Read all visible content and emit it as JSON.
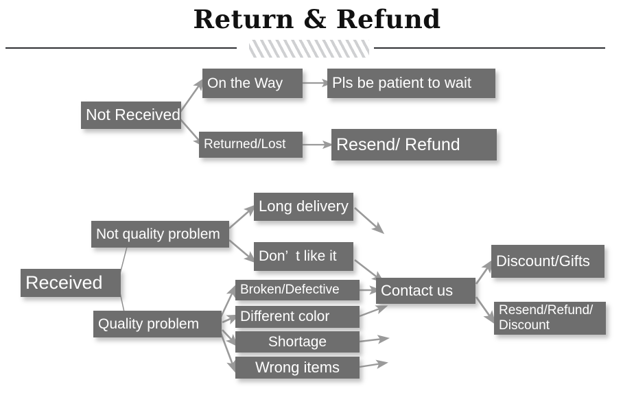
{
  "header": {
    "title": "Return & Refund",
    "divider_icon": "hatched-divider"
  },
  "colors": {
    "node_fill": "#6e6e6e",
    "node_text": "#ffffff",
    "arrow": "#9a9a9a",
    "rule": "#2e3033",
    "background": "#ffffff"
  },
  "flow_not_received": {
    "root": "Not Received",
    "branches": [
      {
        "cause": "On the Way",
        "outcome": "Pls be patient to wait"
      },
      {
        "cause": "Returned/Lost",
        "outcome": "Resend/ Refund"
      }
    ]
  },
  "flow_received": {
    "root": "Received",
    "category_not_quality": "Not quality problem",
    "category_quality": "Quality problem",
    "not_quality_reasons": [
      "Long delivery",
      "Don’  t like it"
    ],
    "quality_reasons": [
      "Broken/Defective",
      "Different color",
      "Shortage",
      "Wrong items"
    ],
    "hub": "Contact us",
    "outcomes": [
      "Discount/Gifts",
      "Resend/Refund/\nDiscount"
    ]
  }
}
